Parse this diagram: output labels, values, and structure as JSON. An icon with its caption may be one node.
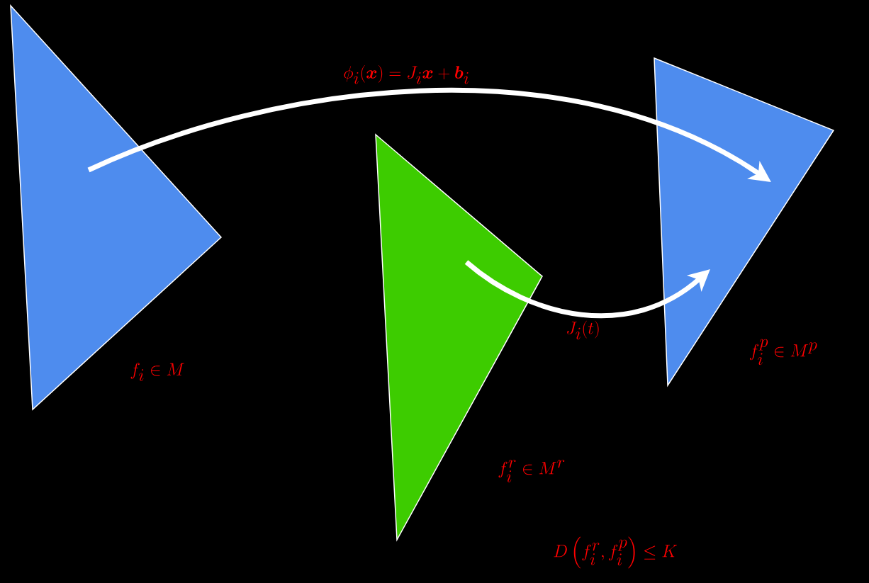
{
  "diagram": {
    "nodes": [
      {
        "text": [],
        "shape": "triangle",
        "beside": [
          "f_i \\in M"
        ]
      },
      {
        "text": [],
        "shape": "triangle",
        "beside": [
          "f_i^r \\in M^r"
        ]
      },
      {
        "text": [],
        "shape": "triangle",
        "beside": [
          "f_i^p \\in M^p"
        ]
      }
    ],
    "edges": [
      {
        "from": 0,
        "to": 2,
        "arrow": "to",
        "label": "\\phi_i(\\boldsymbol{x}) = J_i\\boldsymbol{x} + \\boldsymbol{b}_i"
      },
      {
        "from": 1,
        "to": 2,
        "arrow": "to",
        "label": "J_i(t)"
      }
    ],
    "labels": [
      "D\\left(f_i^r, f_i^p\\right) \\leq K"
    ]
  }
}
